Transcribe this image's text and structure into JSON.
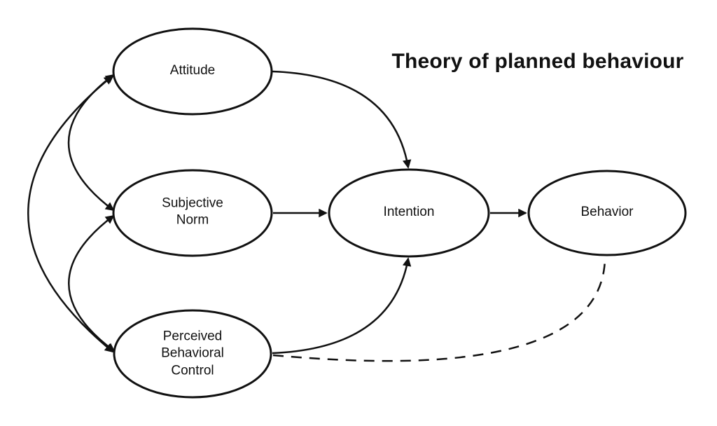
{
  "title": "Theory of planned behaviour",
  "colors": {
    "stroke": "#111111",
    "background": "#ffffff"
  },
  "diagram": {
    "nodes": [
      {
        "id": "attitude",
        "label": "Attitude"
      },
      {
        "id": "subjective-norm",
        "label": "Subjective\nNorm"
      },
      {
        "id": "perceived-behavioral-control",
        "label": "Perceived\nBehavioral\nControl"
      },
      {
        "id": "intention",
        "label": "Intention"
      },
      {
        "id": "behavior",
        "label": "Behavior"
      }
    ],
    "edges": [
      {
        "from": "attitude",
        "to": "subjective-norm",
        "style": "solid",
        "arrows": "both"
      },
      {
        "from": "subjective-norm",
        "to": "perceived-behavioral-control",
        "style": "solid",
        "arrows": "both"
      },
      {
        "from": "attitude",
        "to": "perceived-behavioral-control",
        "style": "solid",
        "arrows": "both"
      },
      {
        "from": "attitude",
        "to": "intention",
        "style": "solid",
        "arrows": "end"
      },
      {
        "from": "subjective-norm",
        "to": "intention",
        "style": "solid",
        "arrows": "end"
      },
      {
        "from": "perceived-behavioral-control",
        "to": "intention",
        "style": "solid",
        "arrows": "end"
      },
      {
        "from": "intention",
        "to": "behavior",
        "style": "solid",
        "arrows": "end"
      },
      {
        "from": "perceived-behavioral-control",
        "to": "behavior",
        "style": "dashed",
        "arrows": "none"
      }
    ]
  }
}
